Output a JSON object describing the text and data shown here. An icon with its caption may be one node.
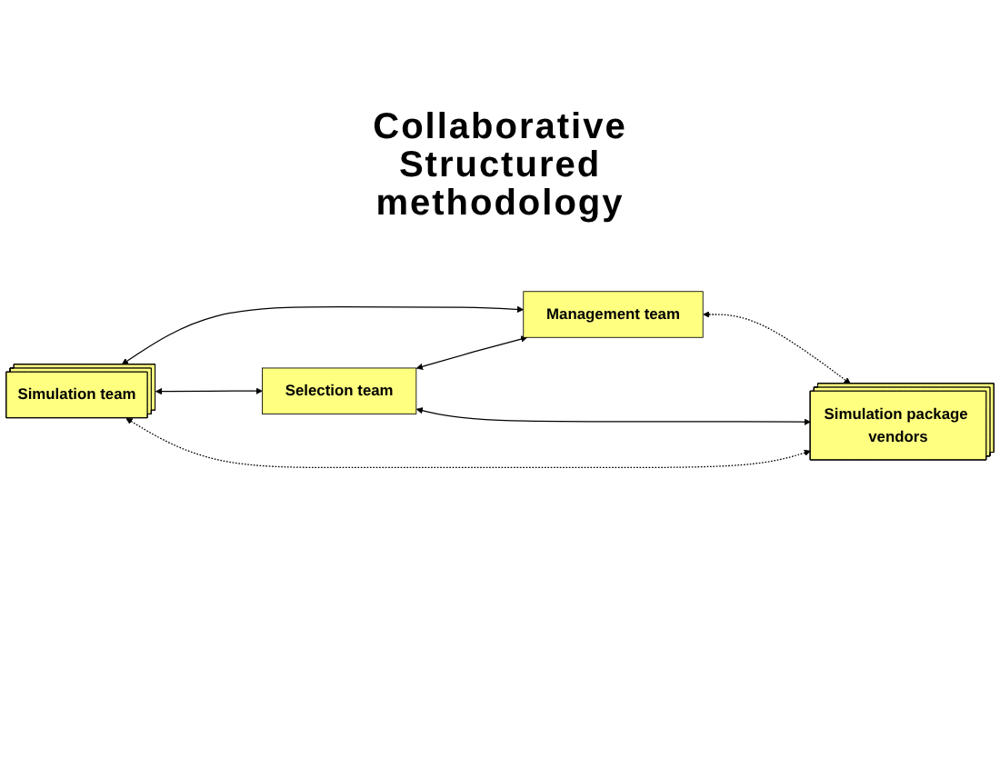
{
  "diagram": {
    "nodes": [
      {
        "text": [
          "Simulation team"
        ]
      },
      {
        "text": [
          "Management team"
        ]
      },
      {
        "text": [
          "Selection team"
        ]
      },
      {
        "text": [
          "Simulation package vendors"
        ]
      }
    ],
    "edges": [
      {
        "from": 0,
        "to": 1,
        "arrow": "both"
      },
      {
        "from": 0,
        "to": 2,
        "arrow": "both"
      },
      {
        "from": 2,
        "to": 1,
        "arrow": "both"
      },
      {
        "from": 2,
        "to": 3,
        "arrow": "both"
      },
      {
        "from": 1,
        "to": 3,
        "arrow": "both",
        "style": "dashed"
      },
      {
        "from": 0,
        "to": 3,
        "arrow": "both",
        "style": "dashed"
      }
    ],
    "labels": [
      "Collaborative Structured methodology"
    ]
  }
}
